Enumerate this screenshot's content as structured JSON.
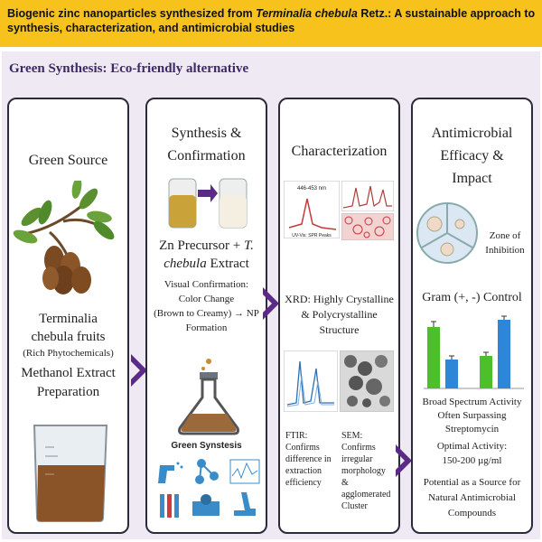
{
  "header": {
    "title_part1": "Biogenic zinc nanoparticles synthesized from ",
    "title_species": "Terminalia chebula",
    "title_part2": " Retz.: A sustainable approach to synthesis, characterization, and antimicrobial studies"
  },
  "section_title": "Green Synthesis: Eco-friendly alternative",
  "panels": {
    "green_source": {
      "title": "Green Source",
      "fruit_label_1": "Terminalia",
      "fruit_label_2": "chebula fruits",
      "phyto": "(Rich Phytochemicals)",
      "extract_1": "Methanol Extract",
      "extract_2": "Preparation"
    },
    "synthesis": {
      "title_1": "Synthesis &",
      "title_2": "Confirmation",
      "precursor_1": "Zn Precursor + ",
      "precursor_italic_1": "T.",
      "precursor_italic_2": "chebula",
      "precursor_2": " Extract",
      "visual_1": "Visual Confirmation:",
      "visual_2": "Color Change",
      "visual_3": "(Brown to Creamy) → NP",
      "visual_4": "Formation",
      "green_synthesis_label": "Green Synstesis"
    },
    "characterization": {
      "title": "Characterization",
      "uv_range": "446-453 nm",
      "uv_caption": "UV-Vis: SPR Peaks",
      "xrd_1": "XRD: Highly Crystalline",
      "xrd_2": "& Polycrystalline",
      "xrd_3": "Structure",
      "ftir": [
        "FTIR:",
        "Confirms",
        "difference in",
        "extraction",
        "efficiency"
      ],
      "sem": [
        "SEM:",
        "Confirms",
        "irregular",
        "morphology",
        "& agglomerated",
        "Cluster"
      ]
    },
    "antimicrobial": {
      "title_1": "Antimicrobial",
      "title_2": "Efficacy &",
      "title_3": "Impact",
      "zone_1": "Zone of",
      "zone_2": "Inhibition",
      "gram": "Gram (+, -) Control",
      "broad_1": "Broad Spectrum Activity",
      "broad_2": "Often Surpassing",
      "broad_3": "Streptomycin",
      "optimal_1": "Optimal Activity:",
      "optimal_2": "150-200 µg/ml",
      "potential_1": "Potential as a Source for",
      "potential_2": "Natural Antimicrobial",
      "potential_3": "Compounds"
    }
  },
  "colors": {
    "banner": "#f6c21b",
    "arrow": "#5b2a86",
    "green_bar": "#4cbf2a",
    "blue_bar": "#2e86d8",
    "panel_border": "#2b2b3c"
  }
}
